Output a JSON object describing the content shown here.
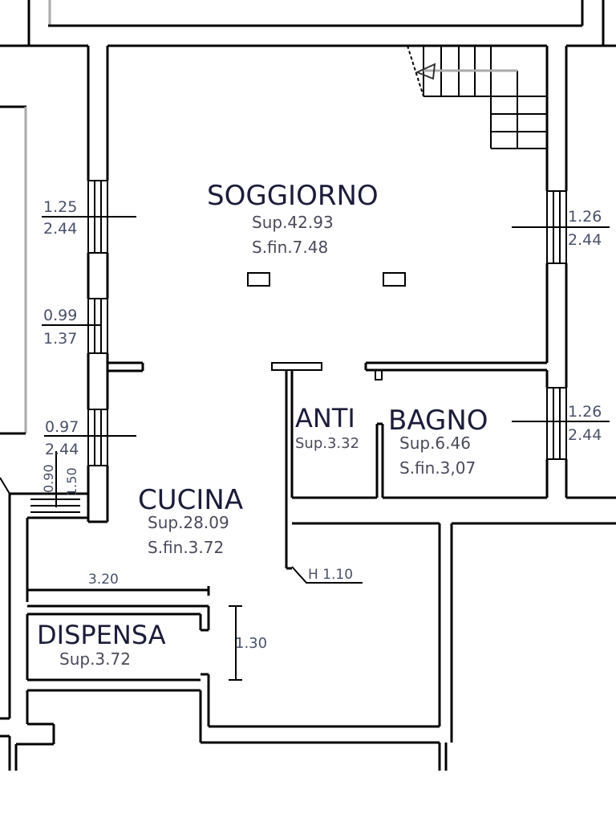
{
  "plan": {
    "rooms": [
      {
        "name": "SOGGIORNO",
        "sup": "Sup.42.93",
        "sfin": "S.fin.7.48"
      },
      {
        "name": "ANTI",
        "sup": "Sup.3.32",
        "sfin": ""
      },
      {
        "name": "BAGNO",
        "sup": "Sup.6.46",
        "sfin": "S.fin.3,07"
      },
      {
        "name": "CUCINA",
        "sup": "Sup.28.09",
        "sfin": "S.fin.3.72"
      },
      {
        "name": "DISPENSA",
        "sup": "Sup.3.72",
        "sfin": ""
      }
    ],
    "windows": [
      {
        "width": "1.25",
        "height": "2.44"
      },
      {
        "width": "0.99",
        "height": "1.37"
      },
      {
        "width": "0.97",
        "height": "2.44"
      },
      {
        "width": "1.26",
        "height": "2.44"
      },
      {
        "width": "1.26",
        "height": "2.44"
      }
    ],
    "dimensions": {
      "step_a": "0.90",
      "step_b": "1.50",
      "dispensa_width": "3.20",
      "dispensa_depth": "1.30",
      "partition_height": "H 1.10"
    }
  }
}
